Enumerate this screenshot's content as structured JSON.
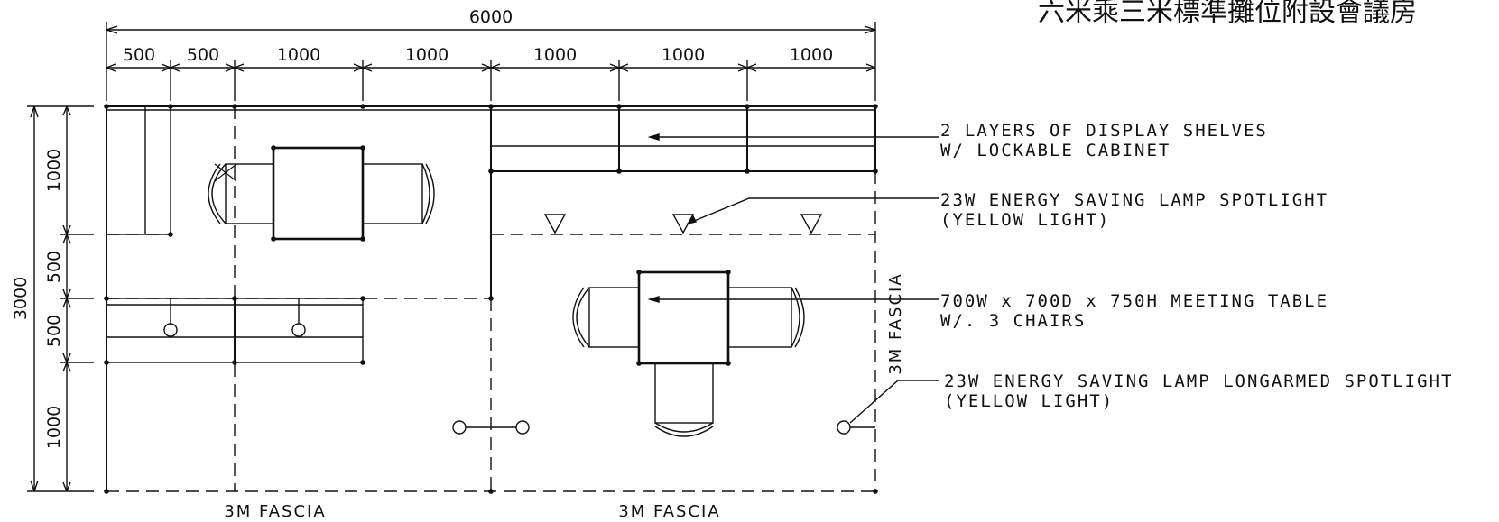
{
  "title": "六米乘三米標準攤位附設會議房",
  "dimensions": {
    "overall_width": "6000",
    "segments": [
      "500",
      "500",
      "1000",
      "1000",
      "1000",
      "1000",
      "1000"
    ],
    "overall_depth": "3000",
    "depth_segments": [
      "1000",
      "500",
      "500",
      "1000"
    ]
  },
  "fascia": {
    "bottom_left": "3M FASCIA",
    "bottom_right": "3M FASCIA",
    "right_side": "3M FASCIA"
  },
  "notes": {
    "shelves": "2 LAYERS OF DISPLAY SHELVES\nW/ LOCKABLE CABINET",
    "spotlight": "23W ENERGY SAVING LAMP SPOTLIGHT\n(YELLOW LIGHT)",
    "meeting_table": "700W x 700D x 750H MEETING TABLE\nW/. 3 CHAIRS",
    "longarm": "23W ENERGY SAVING LAMP LONGARMED SPOTLIGHT\n(YELLOW LIGHT)"
  }
}
